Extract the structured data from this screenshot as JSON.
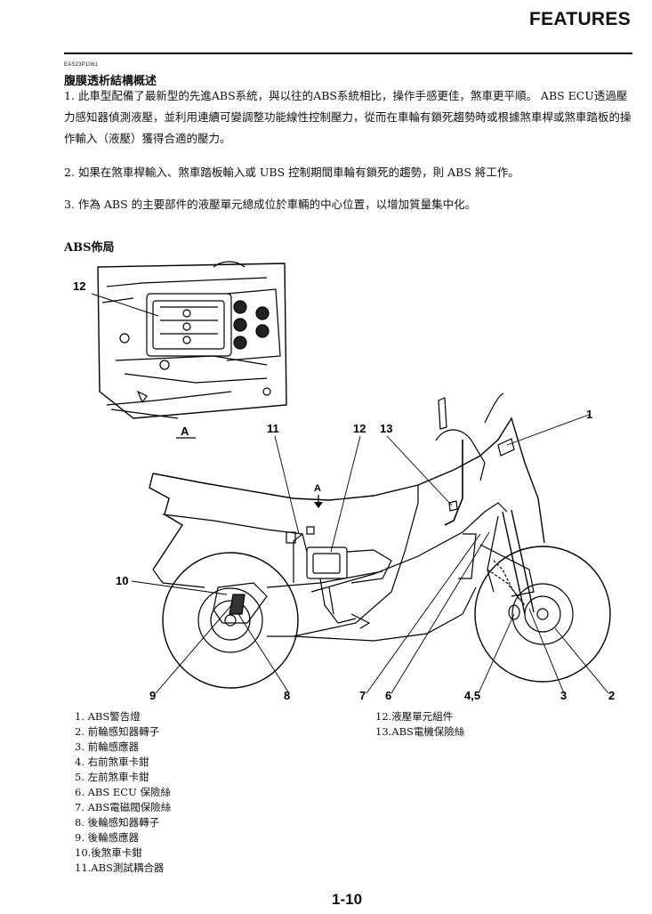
{
  "header": {
    "title": "FEATURES"
  },
  "doc_code": "EAS23P1061",
  "section_title": "腹膜透析結構概述",
  "paragraphs": [
    "1. 此車型配備了最新型的先進ABS系統，與以往的ABS系統相比，操作手感更佳，煞車更平順。 ABS ECU透過壓力感知器偵測液壓，並利用連續可變調整功能線性控制壓力，從而在車輪有鎖死趨勢時或根據煞車桿或煞車踏板的操作輸入（液壓）獲得合適的壓力。",
    "2. 如果在煞車桿輸入、煞車踏板輸入或 UBS 控制期間車輪有鎖死的趨勢，則 ABS 將工作。",
    "3. 作為 ABS 的主要部件的液壓單元總成位於車輛的中心位置，以增加質量集中化。"
  ],
  "layout_title": "ABS佈局",
  "callouts": {
    "c1": "1",
    "c2": "2",
    "c3": "3",
    "c45": "4,5",
    "c6": "6",
    "c7": "7",
    "c8": "8",
    "c9": "9",
    "c10": "10",
    "c11": "11",
    "c12": "12",
    "c13": "13",
    "c12_inset": "12",
    "view_a": "A",
    "view_a_arrow": "A"
  },
  "legend_left": [
    "1. ABS警告燈",
    "2. 前輪感知器轉子",
    "3. 前輪感應器",
    "4. 右前煞車卡鉗",
    "5. 左前煞車卡鉗",
    "6. ABS ECU 保險絲",
    "7. ABS電磁閥保險絲",
    "8. 後輪感知器轉子",
    "9. 後輪感應器",
    "10.後煞車卡鉗",
    "11.ABS測試耦合器"
  ],
  "legend_right": [
    "12.液壓單元組件",
    "13.ABS電機保險絲"
  ],
  "page_number": "1-10"
}
